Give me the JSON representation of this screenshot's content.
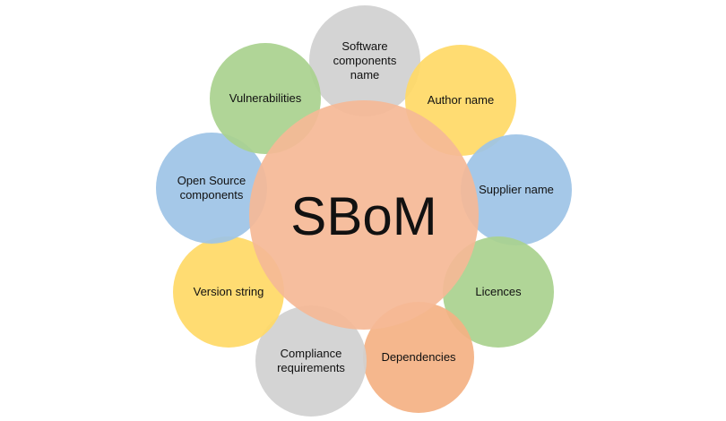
{
  "center": {
    "label": "SBoM",
    "color": "#F5B996"
  },
  "nodes": [
    {
      "id": "software-components-name",
      "lines": [
        "Software",
        "components",
        "name"
      ],
      "color": "#D0D0D0"
    },
    {
      "id": "author-name",
      "lines": [
        "Author name"
      ],
      "color": "#FFD966"
    },
    {
      "id": "supplier-name",
      "lines": [
        "Supplier name"
      ],
      "color": "#9DC3E6"
    },
    {
      "id": "licences",
      "lines": [
        "Licences"
      ],
      "color": "#A9D18E"
    },
    {
      "id": "dependencies",
      "lines": [
        "Dependencies"
      ],
      "color": "#F4B183"
    },
    {
      "id": "compliance-requirements",
      "lines": [
        "Compliance",
        "requirements"
      ],
      "color": "#D0D0D0"
    },
    {
      "id": "version-string",
      "lines": [
        "Version string"
      ],
      "color": "#FFD966"
    },
    {
      "id": "open-source-components",
      "lines": [
        "Open Source",
        "components"
      ],
      "color": "#9DC3E6"
    },
    {
      "id": "vulnerabilities",
      "lines": [
        "Vulnerabilities"
      ],
      "color": "#A9D18E"
    }
  ]
}
